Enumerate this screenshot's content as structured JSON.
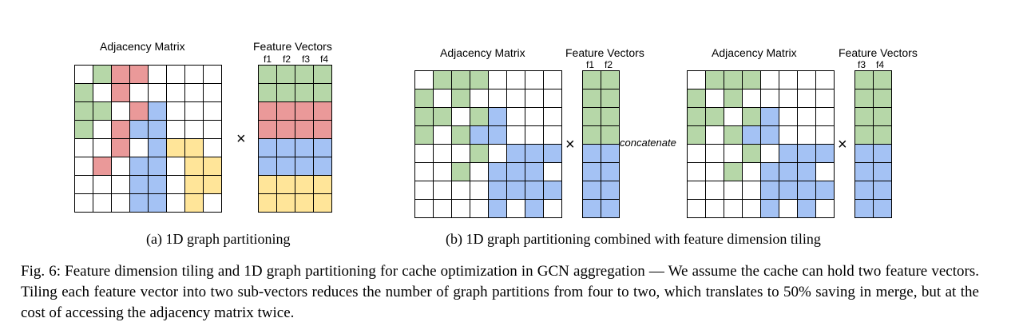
{
  "colors": {
    "empty": "#ffffff",
    "green": "#b6d7a8",
    "red": "#ea9999",
    "blue": "#a4c2f4",
    "yellow": "#ffe599",
    "grid": "#000000"
  },
  "panel_a": {
    "adjacency_label": "Adjacency Matrix",
    "feature_label": "Feature Vectors",
    "feature_cols": [
      "f1",
      "f2",
      "f3",
      "f4"
    ],
    "times": "×",
    "adjacency": [
      "-GRR----",
      "G-R-----",
      "GG-RB---",
      "G-RBB---",
      "--R-BYY-",
      "-R-BB-YY",
      "---BB-YY",
      "---BB-Y-"
    ],
    "features": [
      "GGGG",
      "GGGG",
      "RRRR",
      "RRRR",
      "BBBB",
      "BBBB",
      "YYYY",
      "YYYY"
    ],
    "subcaption": "(a) 1D graph partitioning"
  },
  "panel_b": {
    "left": {
      "adjacency_label": "Adjacency Matrix",
      "feature_label": "Feature Vectors",
      "feature_cols": [
        "f1",
        "f2"
      ],
      "adjacency": [
        "-GGG----",
        "G-G-----",
        "GG-GB---",
        "G-GBB---",
        "---G-BBB",
        "--G-BBB-",
        "----BBBB",
        "----B-B-"
      ],
      "features": [
        "GG",
        "GG",
        "GG",
        "GG",
        "BB",
        "BB",
        "BB",
        "BB"
      ]
    },
    "times": "×",
    "concatenate": "concatenate",
    "right": {
      "adjacency_label": "Adjacency Matrix",
      "feature_label": "Feature Vectors",
      "feature_cols": [
        "f3",
        "f4"
      ],
      "adjacency": [
        "-GGG----",
        "G-G-----",
        "GG-GB---",
        "G-GBB---",
        "---G-BBB",
        "--G-BBB-",
        "----BBBB",
        "----B-B-"
      ],
      "features": [
        "GG",
        "GG",
        "GG",
        "GG",
        "BB",
        "BB",
        "BB",
        "BB"
      ]
    },
    "subcaption": "(b) 1D graph partitioning combined with feature dimension tiling"
  },
  "caption": "Fig. 6: Feature dimension tiling and 1D graph partitioning for cache optimization in GCN aggregation — We assume the cache can hold two feature vectors. Tiling each feature vector into two sub-vectors reduces the number of graph partitions from four to two, which translates to 50% saving in merge, but at the cost of accessing the adjacency matrix twice."
}
